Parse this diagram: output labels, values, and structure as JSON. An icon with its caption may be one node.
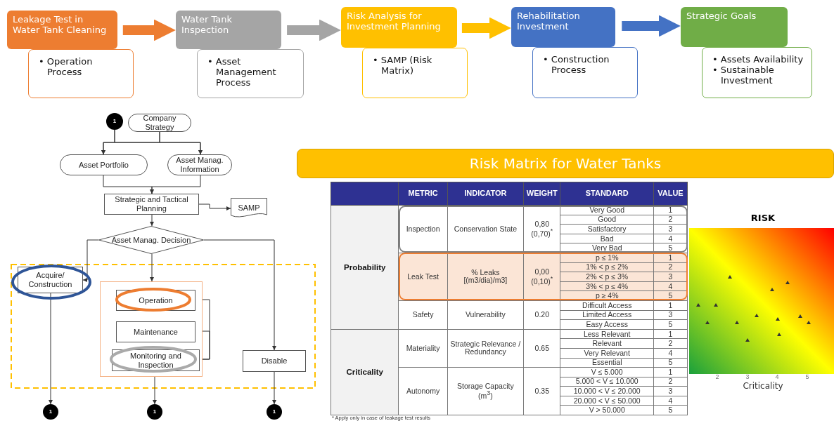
{
  "diagram": {
    "nodes": [
      {
        "text": [
          "Leakage Test in Water Tank Cleaning"
        ]
      },
      {
        "text": [
          "• Operation Process"
        ]
      },
      {
        "text": [
          "Water Tank Inspection"
        ]
      },
      {
        "text": [
          "• Asset Management Process"
        ]
      },
      {
        "text": [
          "Risk Analysis for Investment Planning"
        ]
      },
      {
        "text": [
          "• SAMP (Risk Matrix)"
        ]
      },
      {
        "text": [
          "Rehabilitation Investment"
        ]
      },
      {
        "text": [
          "• Construction Process"
        ]
      },
      {
        "text": [
          "Strategic Goals"
        ]
      },
      {
        "text": [
          "• Assets Availability",
          "• Sustainable Investment"
        ]
      },
      {
        "text": [
          "1"
        ]
      },
      {
        "text": [
          "Company Strategy"
        ]
      },
      {
        "text": [
          "Asset Portfolio"
        ]
      },
      {
        "text": [
          "Asset Manag. Information"
        ]
      },
      {
        "text": [
          "Strategic and Tactical Planning"
        ]
      },
      {
        "text": [
          "SAMP"
        ]
      },
      {
        "text": [
          "Asset Manag. Decision"
        ]
      },
      {
        "text": [
          "Acquire/ Construction"
        ]
      },
      {
        "text": [],
        "shape": "box"
      },
      {
        "text": [
          "Operation"
        ],
        "in": 18
      },
      {
        "text": [
          "Maintenance"
        ],
        "in": 18
      },
      {
        "text": [
          "Monitoring and Inspection"
        ],
        "in": 18
      },
      {
        "text": [
          "Disable"
        ]
      },
      {
        "text": [
          "1"
        ]
      },
      {
        "text": [
          "1"
        ]
      },
      {
        "text": [
          "1"
        ]
      },
      {
        "text": [
          "Risk Matrix for Water Tanks"
        ]
      }
    ],
    "edges": [
      {
        "from": 0,
        "to": 2,
        "arrow": "to",
        "style": "thick",
        "color": "#ed7d31"
      },
      {
        "from": 2,
        "to": 4,
        "arrow": "to",
        "style": "thick",
        "color": "#a5a5a5"
      },
      {
        "from": 4,
        "to": 6,
        "arrow": "to",
        "style": "thick",
        "color": "#ffc000"
      },
      {
        "from": 6,
        "to": 8,
        "arrow": "to",
        "style": "thick",
        "color": "#4472c4"
      },
      {
        "from": 10,
        "to": 12,
        "arrow": "to"
      },
      {
        "from": 10,
        "to": 13,
        "arrow": "to"
      },
      {
        "from": 11,
        "to": 12,
        "arrow": "to"
      },
      {
        "from": 11,
        "to": 13,
        "arrow": "to"
      },
      {
        "from": 12,
        "to": 14,
        "arrow": "to"
      },
      {
        "from": 13,
        "to": 14,
        "arrow": "to"
      },
      {
        "from": 14,
        "to": 15,
        "arrow": "to"
      },
      {
        "from": 14,
        "to": 16,
        "arrow": "to"
      },
      {
        "from": 16,
        "to": 17,
        "arrow": "to"
      },
      {
        "from": 16,
        "to": 18,
        "arrow": "to"
      },
      {
        "from": 16,
        "to": 22,
        "arrow": "to"
      },
      {
        "from": 21,
        "to": 19,
        "arrow": "to"
      },
      {
        "from": 21,
        "to": 20,
        "arrow": "to"
      },
      {
        "from": 17,
        "to": 23,
        "arrow": "to"
      },
      {
        "from": 18,
        "to": 24,
        "arrow": "to"
      },
      {
        "from": 22,
        "to": 25,
        "arrow": "to"
      }
    ],
    "labels": [
      "METRIC",
      "INDICATOR",
      "WEIGHT",
      "STANDARD",
      "VALUE",
      "Probability",
      "Inspection",
      "Conservation State",
      "0,80 (0,70)$^{*}$",
      "Very Good",
      "1",
      "Good",
      "2",
      "Satisfactory",
      "3",
      "Bad",
      "4",
      "Very Bad",
      "5",
      "Leak Test",
      "% Leaks [(m3/dia)/m3]",
      "0,00 (0,10)$^{*}$",
      "p ≤ 1%",
      "1",
      "1% < p ≤ 2%",
      "2",
      "2% < p ≤ 3%",
      "3",
      "3% < p ≤ 4%",
      "4",
      "p ≥ 4%",
      "5",
      "Safety",
      "Vulnerability",
      "0.20",
      "Difficult Access",
      "1",
      "Limited Access",
      "3",
      "Easy Access",
      "5",
      "Criticality",
      "Materiality",
      "Strategic Relevance / Redundancy",
      "0.65",
      "Less Relevant",
      "1",
      "Relevant",
      "2",
      "Very Relevant",
      "4",
      "Essential",
      "5",
      "Autonomy",
      "Storage Capacity (m$^{3}$)",
      "0.35",
      "V ≤ 5.000",
      "1",
      "5.000 < V ≤ 10.000",
      "2",
      "10.000 < V ≤ 20.000",
      "3",
      "20.000 < V ≤ 50.000",
      "4",
      "V > 50.000",
      "5",
      "RISK",
      "2",
      "3",
      "4",
      "5",
      "Criticality",
      "* Apply only in case of leakage test results"
    ]
  }
}
